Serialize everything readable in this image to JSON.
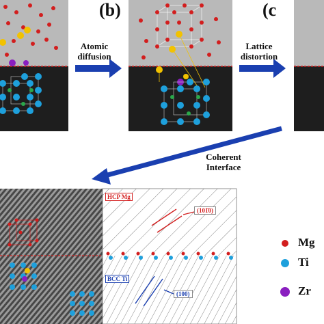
{
  "panels": {
    "b_label": "(b)",
    "c_label": "(c"
  },
  "steps": {
    "diffusion_line1": "Atomic",
    "diffusion_line2": "diffusion",
    "distortion_line1": "Lattice",
    "distortion_line2": "distortion",
    "interface_line1": "Coherent",
    "interface_line2": "Interface"
  },
  "micrograph": {
    "top_phase": "HCP Mg",
    "bottom_phase": "BCC Ti",
    "top_plane": "(101̄0)",
    "bottom_plane": "(100)"
  },
  "legend": [
    {
      "label": "Mg",
      "color": "#d21e1e"
    },
    {
      "label": "Ti",
      "color": "#1ea0dc"
    },
    {
      "label": "Zr",
      "color": "#8a1fc0"
    }
  ],
  "colors": {
    "mg": "#d21e1e",
    "ti": "#1ea0dc",
    "zr": "#8a1fc0",
    "yellow": "#f2c200",
    "green": "#2aa84a",
    "arrow": "#1a3fb0",
    "upper_phase": "#b9b9b9",
    "lower_phase": "#1e1e1e"
  }
}
